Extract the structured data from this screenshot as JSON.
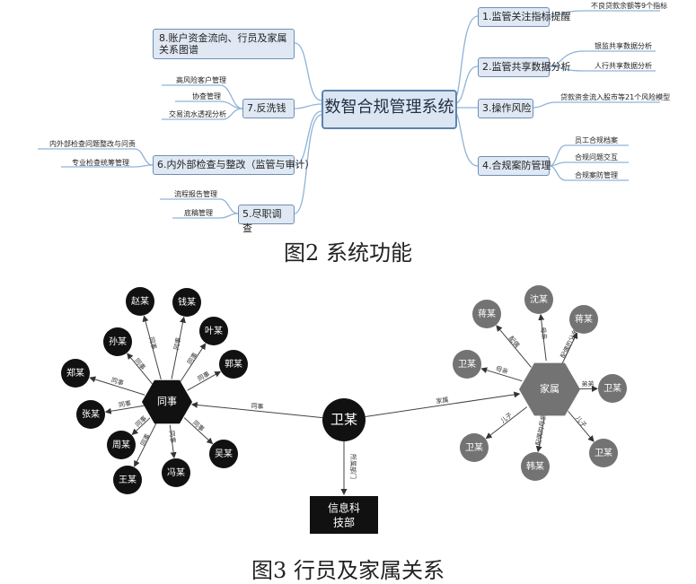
{
  "fig2": {
    "center": "数智合规管理系统",
    "caption": "图2  系统功能",
    "right_branches": [
      {
        "label": "1.监管关注指标提醒",
        "leaves": [
          "不良贷款余额等9个指标"
        ]
      },
      {
        "label": "2.监管共享数据分析",
        "leaves": [
          "银监共享数据分析",
          "人行共享数据分析"
        ]
      },
      {
        "label": "3.操作风险",
        "leaves": [
          "贷款资金流入股市等21个风险模型"
        ]
      },
      {
        "label": "4.合规案防管理",
        "leaves": [
          "员工合规档案",
          "合规问题交互",
          "合规案防管理"
        ]
      }
    ],
    "left_branches": [
      {
        "label": "8.账户资金流向、行员及家属关系图谱",
        "leaves": []
      },
      {
        "label": "7.反洗钱",
        "leaves": [
          "高风险客户管理",
          "协查管理",
          "交易流水透视分析"
        ]
      },
      {
        "label": "6.内外部检查与整改（监管与审计）",
        "leaves": [
          "内外部检查问题整改与问责",
          "专业检查统筹管理"
        ]
      },
      {
        "label": "5.尽职调查",
        "leaves": [
          "流程报告管理",
          "底稿管理"
        ]
      }
    ]
  },
  "fig3": {
    "caption": "图3  行员及家属关系",
    "center": "卫某",
    "colleague_hub": "同事",
    "family_hub": "家属",
    "department": "信息科技部",
    "edge_colleague": "同事",
    "edge_family": "家属",
    "edge_department": "所属部门",
    "colleagues": [
      {
        "name": "赵某",
        "rel": "同事"
      },
      {
        "name": "钱某",
        "rel": "同事"
      },
      {
        "name": "叶某",
        "rel": "同事"
      },
      {
        "name": "郭某",
        "rel": "同事"
      },
      {
        "name": "吴某",
        "rel": "同事"
      },
      {
        "name": "冯某",
        "rel": "同事"
      },
      {
        "name": "王某",
        "rel": "同事"
      },
      {
        "name": "周某",
        "rel": "同事"
      },
      {
        "name": "张某",
        "rel": "同事"
      },
      {
        "name": "郑某",
        "rel": "同事"
      },
      {
        "name": "孙某",
        "rel": "同事"
      }
    ],
    "family": [
      {
        "name": "沈某",
        "rel": "母亲"
      },
      {
        "name": "蒋某",
        "rel": "配偶的父亲"
      },
      {
        "name": "卫某",
        "rel": "母亲"
      },
      {
        "name": "卫某",
        "rel": "弟弟"
      },
      {
        "name": "韩某",
        "rel": "配偶的母亲"
      },
      {
        "name": "卫某",
        "rel": "儿子"
      },
      {
        "name": "卫某",
        "rel": "儿子"
      },
      {
        "name": "蒋某",
        "rel": "配偶"
      }
    ]
  }
}
